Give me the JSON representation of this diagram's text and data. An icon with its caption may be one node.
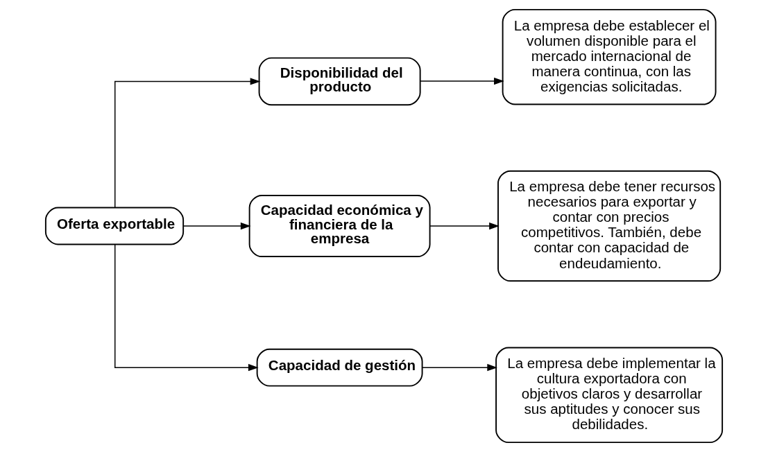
{
  "diagram": {
    "nodes": [
      {
        "text": [
          "Oferta exportable"
        ]
      },
      {
        "text": [
          "Disponibilidad del producto"
        ]
      },
      {
        "text": [
          "Capacidad económica y financiera de la empresa"
        ]
      },
      {
        "text": [
          "Capacidad de gestión"
        ]
      },
      {
        "text": [
          "La empresa debe establecer el volumen disponible para el mercado internacional de manera continua, con las exigencias solicitadas."
        ]
      },
      {
        "text": [
          "La empresa debe tener recursos necesarios para exportar y contar con precios competitivos. También, debe contar con capacidad de endeudamiento."
        ]
      },
      {
        "text": [
          "La empresa debe implementar la cultura exportadora con objetivos claros y desarrollar sus aptitudes y conocer sus debilidades."
        ]
      }
    ],
    "edges": [
      {
        "from": 0,
        "to": 1,
        "arrow": "to"
      },
      {
        "from": 0,
        "to": 2,
        "arrow": "to"
      },
      {
        "from": 0,
        "to": 3,
        "arrow": "to"
      },
      {
        "from": 1,
        "to": 4,
        "arrow": "to"
      },
      {
        "from": 2,
        "to": 5,
        "arrow": "to"
      },
      {
        "from": 3,
        "to": 6,
        "arrow": "to"
      }
    ]
  }
}
